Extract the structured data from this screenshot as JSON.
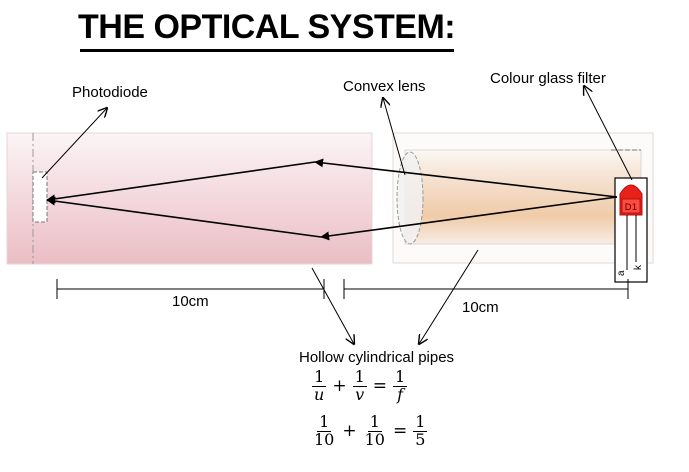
{
  "title": "THE OPTICAL SYSTEM:",
  "labels": {
    "photodiode": "Photodiode",
    "convex_lens": "Convex lens",
    "colour_glass_filter": "Colour glass filter",
    "hollow_pipes": "Hollow cylindrical pipes",
    "distance_left": "10cm",
    "distance_right": "10cm"
  },
  "led_markings": {
    "anode": "a",
    "cathode": "k",
    "code": "D1"
  },
  "equations": {
    "lens": {
      "term1": {
        "num": "1",
        "den": "u"
      },
      "op1": "+",
      "term2": {
        "num": "1",
        "den": "v"
      },
      "eq": "=",
      "term3": {
        "num": "1",
        "den": "f"
      }
    },
    "numeric": {
      "term1": {
        "num": "1",
        "den": "10"
      },
      "op1": "+",
      "term2": {
        "num": "1",
        "den": "10"
      },
      "eq": "=",
      "term3": {
        "num": "1",
        "den": "5"
      }
    }
  },
  "colors": {
    "left_pipe_top": "#fbf4f5",
    "left_pipe_bottom": "#ebbdc5",
    "right_pipe_top": "#faf4ef",
    "right_pipe_band": "#f0cba8",
    "led_red": "#e8211c",
    "line": "#000000"
  }
}
